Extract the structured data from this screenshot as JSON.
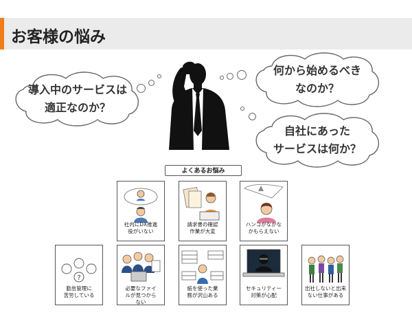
{
  "header": {
    "title": "お客様の悩み",
    "accent_color": "#ef7d1a"
  },
  "bubbles": [
    {
      "id": "left",
      "lines": [
        "導入中のサービスは",
        "適正なのか？"
      ]
    },
    {
      "id": "top-right",
      "lines": [
        "何から始めるべき",
        "なのか？"
      ]
    },
    {
      "id": "bottom-right",
      "lines": [
        "自社にあった",
        "サービスは何か？"
      ]
    }
  ],
  "figure": {
    "icon": "worried-businessman-icon"
  },
  "concerns": {
    "label": "よくあるお悩み",
    "cards": [
      {
        "caption": "社内にDX推進\n役がいない",
        "icon": "no-dx-lead-icon"
      },
      {
        "caption": "請求書の確認\n作業が大変",
        "icon": "invoice-work-icon"
      },
      {
        "caption": "ハンコがなかな\nかもらえない",
        "icon": "stamp-approval-icon"
      },
      {
        "caption": "勤怠管理に\n苦労している",
        "icon": "attendance-management-icon"
      },
      {
        "caption": "必要なファイ\nルが見つから\nない",
        "icon": "file-search-icon"
      },
      {
        "caption": "紙を使った業\n務が沢山ある",
        "icon": "paper-work-icon"
      },
      {
        "caption": "セキュリティー\n対策が心配",
        "icon": "security-icon"
      },
      {
        "caption": "出社しないと出来\nない仕事がある",
        "icon": "office-work-icon"
      }
    ]
  }
}
